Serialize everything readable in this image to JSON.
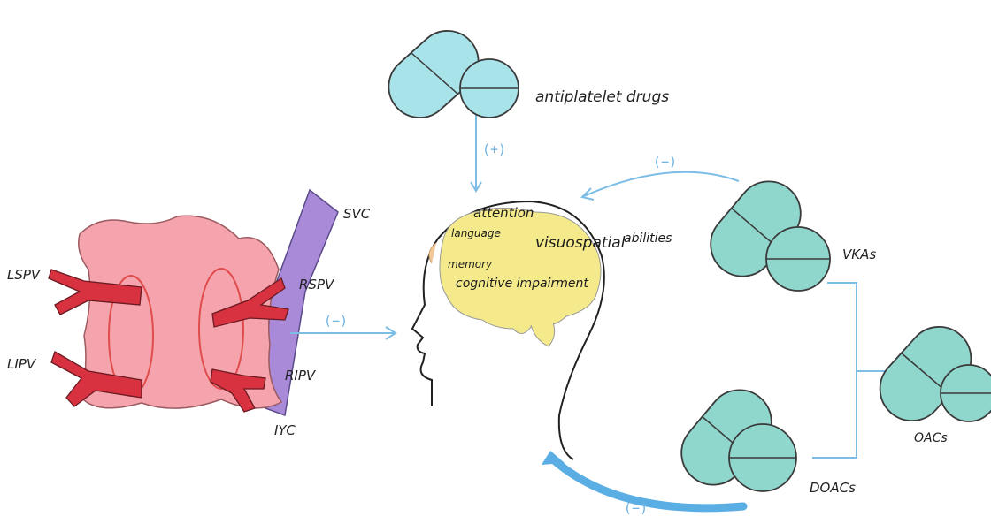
{
  "heart": {
    "labels": {
      "lspv": "LSPV",
      "lipv": "LIPV",
      "svc": "SVC",
      "rspv": "RSPV",
      "ripv": "RIPV",
      "ivc": "IYC"
    },
    "arrow_sign": "(−)"
  },
  "brain": {
    "words": {
      "attention": "attention",
      "language": "language",
      "visuospatial": "visuospatial",
      "abilities": "abilities",
      "memory": "memory",
      "cognitive": "cognitive impairment"
    }
  },
  "drugs": {
    "antiplatelet": {
      "label": "antiplatelet drugs",
      "sign": "(+)"
    },
    "vkas": {
      "label": "VKAs",
      "sign": "(−)"
    },
    "doacs": {
      "label": "DOACs",
      "sign": "(−)"
    },
    "oacs": {
      "label": "OACs"
    }
  },
  "colors": {
    "pill": "#8fd6cc",
    "pill_top": "#a9e3ea",
    "pill_stroke": "#3a3a3a",
    "arrow": "#7cbde6",
    "heart": "#f5a3ad",
    "vein": "#d83240",
    "svc": "#a88ad8",
    "brain": "#f4ea8c"
  }
}
